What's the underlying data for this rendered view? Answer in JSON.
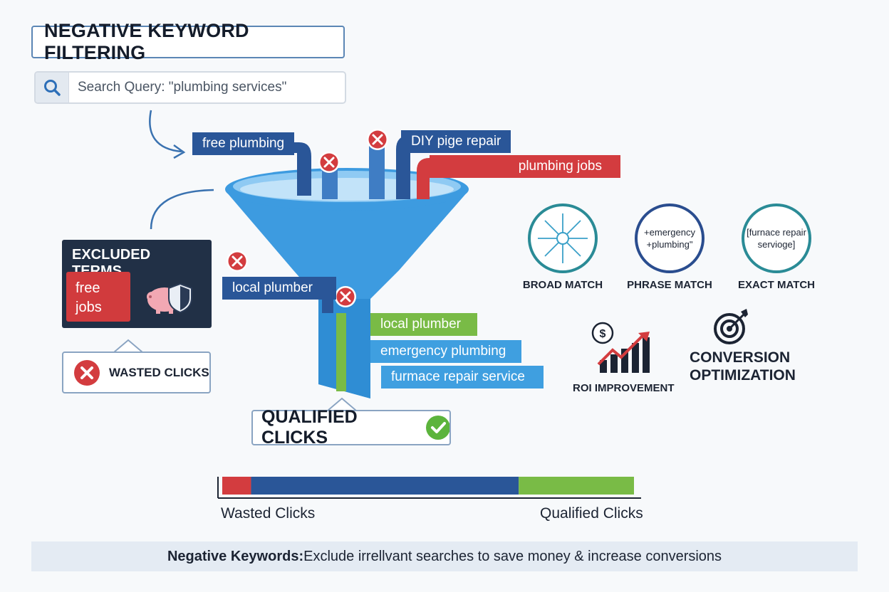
{
  "title": "NEGATIVE KEYWORD FILTERING",
  "search": {
    "text": "Search Query: \"plumbing services\"",
    "icon": "search-icon"
  },
  "incoming_terms": {
    "free": "free plumbing",
    "diy": "DIY pige repair",
    "jobs": "plumbing jobs",
    "local_rejected": "local plumber"
  },
  "excluded": {
    "title": "EXCLUDED TERMS",
    "line1": "free",
    "line2": "jobs",
    "icon": "piggy-bank-shield-icon"
  },
  "wasted_callout": "WASTED CLICKS",
  "qualified_callout": "QUALIFIED CLICKS",
  "output_terms": {
    "local": "local plumber",
    "emergency": "emergency plumbing",
    "furnace": "furmace repair service"
  },
  "match_types": {
    "broad": {
      "label": "BROAD MATCH"
    },
    "phrase": {
      "label": "PHRASE MATCH",
      "line1": "+emergency",
      "line2": "+plumbing\""
    },
    "exact": {
      "label": "EXACT MATCH",
      "line1": "[furnace repair",
      "line2": "servioge]"
    }
  },
  "roi": "ROI IMPROVEMENT",
  "conversion": {
    "line1": "CONVERSION",
    "line2": "OPTIMIZATION"
  },
  "bar": {
    "left_label": "Wasted Clicks",
    "right_label": "Qualified Clicks",
    "wasted_fraction": 0.07,
    "middle_fraction": 0.65,
    "qualified_fraction": 0.28
  },
  "footer": {
    "bold": "Negative Keywords:",
    "rest": " Exclude irrellvant searches to save money & increase conversions"
  },
  "colors": {
    "navy": "#2a5698",
    "red": "#d33c3f",
    "green": "#79bb46",
    "blue": "#3f9fe0",
    "funnel": "#3d9be0"
  }
}
